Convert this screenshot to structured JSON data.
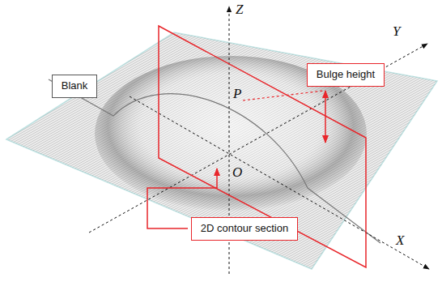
{
  "diagram": {
    "nodes": [
      {
        "text": [
          "Bulge height"
        ]
      },
      {
        "text": [
          "Blank"
        ]
      },
      {
        "text": [
          "2D contour section"
        ]
      }
    ],
    "labels": [
      "Z",
      "Y",
      "P",
      "O",
      "X"
    ]
  }
}
